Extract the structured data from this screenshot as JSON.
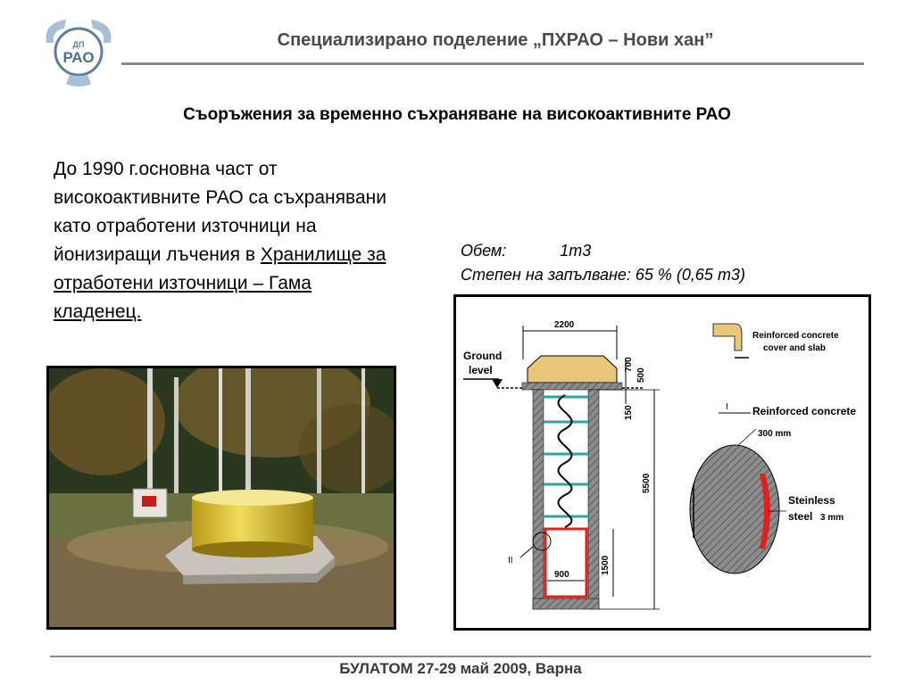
{
  "logo": {
    "text": "РАО",
    "small_text": "ДП"
  },
  "header": {
    "title": "Специализирано поделение „ПХРАО – Нови хан”"
  },
  "slide": {
    "title": "Съоръжения за временно съхраняване на високоактивните РАО",
    "body_intro": "До 1990 г.основна част от високоактивните РАО са съхранявани като отработени източници на йонизиращи лъчения  в",
    "body_link": "Хранилище за отработени източници – Гама кладенец."
  },
  "volume": {
    "label": "Обем:",
    "value": "1m3",
    "fill_line": "Степен на запълване: 65 % (0,65 m3)"
  },
  "diagram": {
    "ground_level_1": "Ground",
    "ground_level_2": "level",
    "dim_2200": "2200",
    "dim_700": "700",
    "dim_500": "500",
    "dim_150": "150",
    "dim_5500": "5500",
    "dim_1500": "1500",
    "dim_900": "900",
    "marker_1": "I",
    "marker_2": "II",
    "legend_1_line1": "Reinforced concrete",
    "legend_1_line2": "cover and slab",
    "legend_2": "Reinforced concrete",
    "legend_2_sub": "300 mm",
    "legend_3_line1": "Steinless",
    "legend_3_line2": "steel",
    "legend_3_sub": "3 mm"
  },
  "colors": {
    "cover": "#e8c77a",
    "steel": "#e0201c",
    "spring": "#2aa6a6",
    "concrete": "#8c8c8c",
    "logo": "#5a7fa0"
  },
  "footer": {
    "text": "БУЛАТОМ 27-29 май 2009, Варна"
  }
}
